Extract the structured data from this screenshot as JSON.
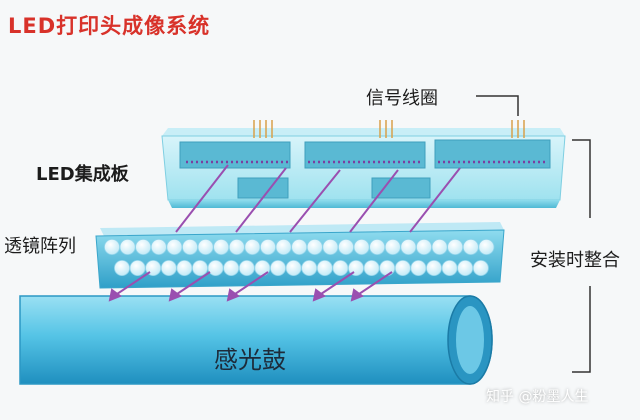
{
  "title": "LED打印头成像系统",
  "labels": {
    "led_board": "LED集成板",
    "lens_array": "透镜阵列",
    "signal_coil": "信号线圈",
    "install_integration": "安装时整合",
    "photosensitive_drum": "感光鼓"
  },
  "watermark": "知乎 @粉墨人生",
  "colors": {
    "title": "#d8322a",
    "board_face": "#7ad6e8",
    "lens_bar": "#4fbfdc",
    "drum": "#4cc0e4",
    "light_rays": "#9a4fb0",
    "led_dots": "#7b3fa0"
  }
}
